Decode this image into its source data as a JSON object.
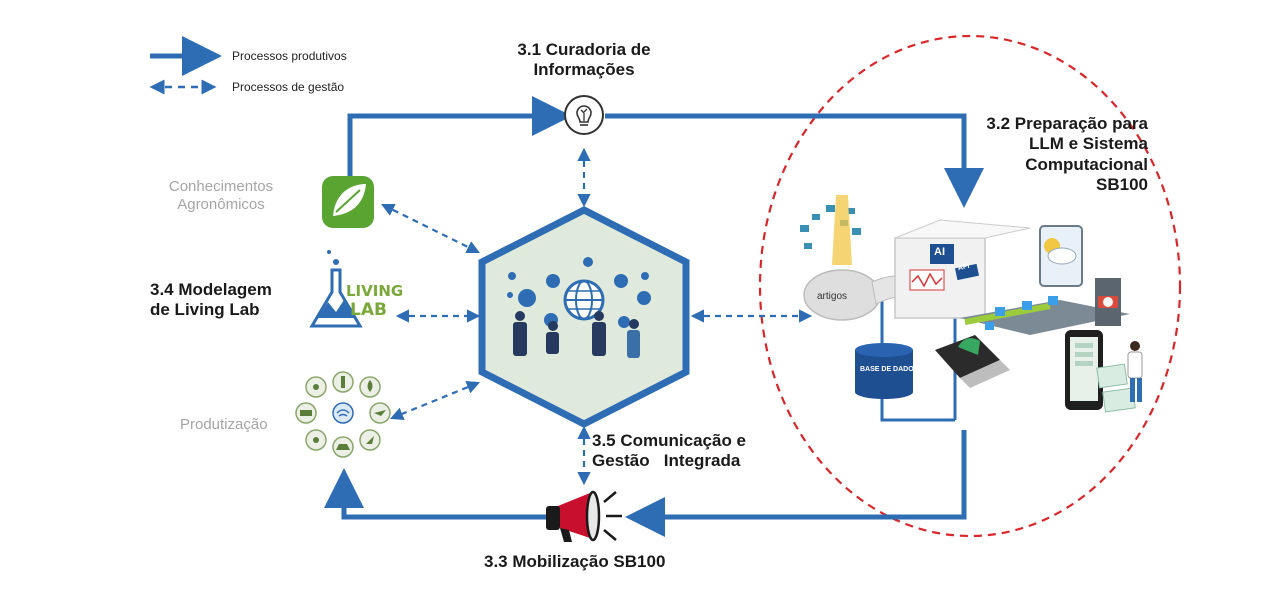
{
  "legend": {
    "productive": "Processos produtivos",
    "management": "Processos de gestão"
  },
  "nodes": {
    "curadoria": "3.1 Curadoria de\nInformações",
    "preparacao": "3.2 Preparação para\nLLM e Sistema\nComputacional\nSB100",
    "mobilizacao": "3.3 Mobilização SB100",
    "living_lab": "3.4 Modelagem\nde Living Lab",
    "comunicacao": "3.5 Comunicação e\nGestão   Integrada"
  },
  "inputs": {
    "conhecimentos": "Conhecimentos\nAgronômicos",
    "produtizacao": "Produtização"
  },
  "illustration": {
    "artigos": "artigos",
    "base_de_dados": "BASE DE DADOS",
    "ai_badge": "AI",
    "api_badge": "API",
    "living_logo": "LIVING",
    "lab_logo": "LAB"
  },
  "colors": {
    "flow_blue": "#2e6db4",
    "dashed_red": "#d9262a",
    "hex_fill": "#dfeadc",
    "leaf_green": "#5aa532"
  }
}
